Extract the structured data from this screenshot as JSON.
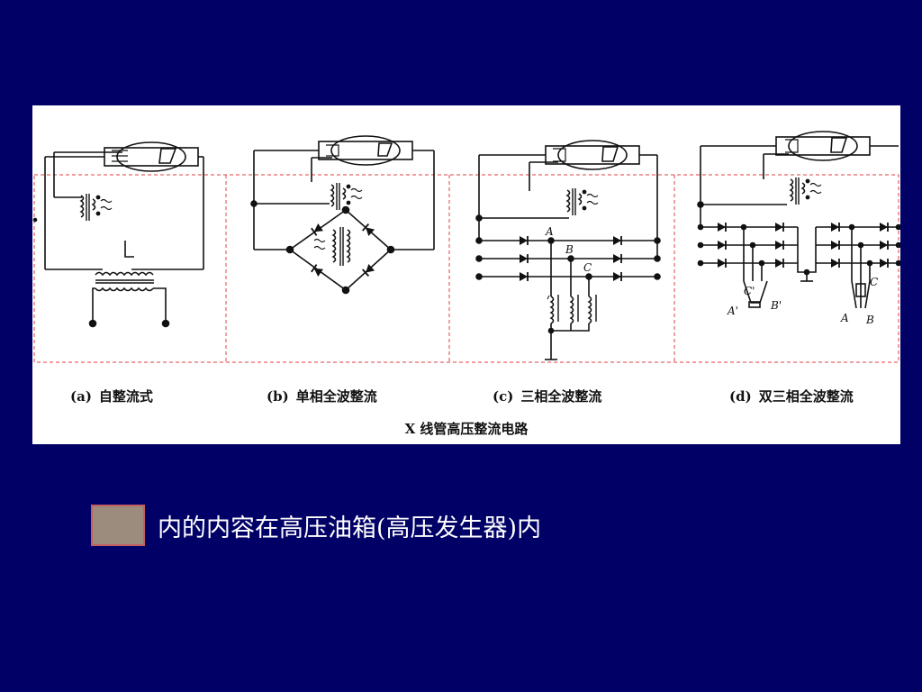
{
  "figure": {
    "title": "X 线管高压整流电路",
    "panels": [
      {
        "label": "(a)",
        "caption": "自整流式"
      },
      {
        "label": "(b)",
        "caption": "单相全波整流"
      },
      {
        "label": "(c)",
        "caption": "三相全波整流"
      },
      {
        "label": "(d)",
        "caption": "双三相全波整流"
      }
    ],
    "node_labels": {
      "c_A": "A",
      "c_B": "B",
      "c_C": "C",
      "d_C1": "C'",
      "d_A1": "A'",
      "d_B1": "B'",
      "d_C": "C",
      "d_A": "A",
      "d_B": "B"
    }
  },
  "note": {
    "text": "内的内容在高压油箱(高压发生器)内",
    "swatch_color": "#9c8c7e",
    "dashed_box_color": "#e04040"
  }
}
